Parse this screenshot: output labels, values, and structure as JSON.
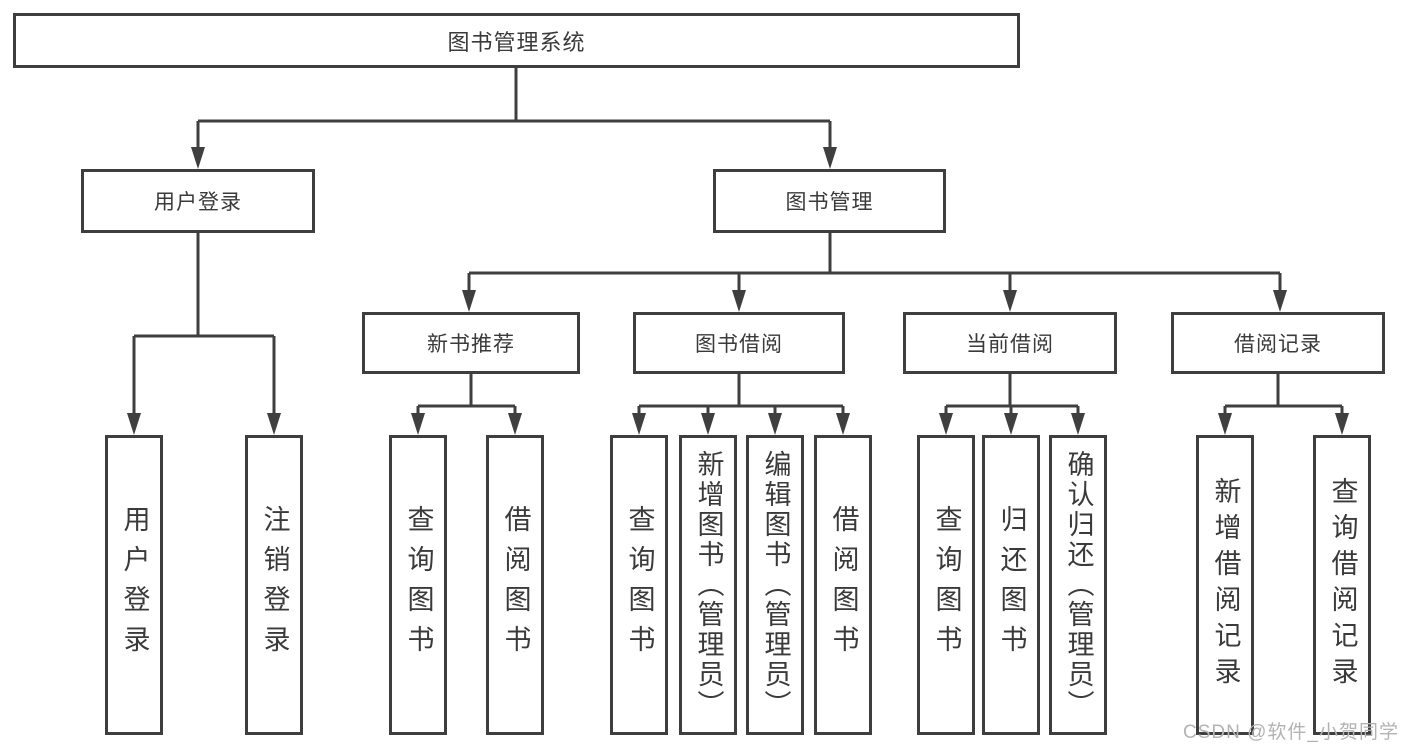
{
  "diagram": {
    "root": {
      "label": "图书管理系统"
    },
    "level2": [
      {
        "id": "user-login",
        "label": "用户登录",
        "parent": "图书管理系统"
      },
      {
        "id": "book-management",
        "label": "图书管理",
        "parent": "图书管理系统"
      }
    ],
    "level3": [
      {
        "id": "new-book-recommendation",
        "label": "新书推荐",
        "parent": "图书管理"
      },
      {
        "id": "book-borrowing",
        "label": "图书借阅",
        "parent": "图书管理"
      },
      {
        "id": "current-borrowing",
        "label": "当前借阅",
        "parent": "图书管理"
      },
      {
        "id": "borrowing-records",
        "label": "借阅记录",
        "parent": "图书管理"
      }
    ],
    "leaves": [
      {
        "label": "用户登录",
        "parent": "用户登录"
      },
      {
        "label": "注销登录",
        "parent": "用户登录"
      },
      {
        "label": "查询图书",
        "parent": "新书推荐"
      },
      {
        "label": "借阅图书",
        "parent": "新书推荐"
      },
      {
        "label": "查询图书",
        "parent": "图书借阅"
      },
      {
        "label": "新增图书（管理员）",
        "parent": "图书借阅"
      },
      {
        "label": "编辑图书（管理员）",
        "parent": "图书借阅"
      },
      {
        "label": "借阅图书",
        "parent": "图书借阅"
      },
      {
        "label": "查询图书",
        "parent": "当前借阅"
      },
      {
        "label": "归还图书",
        "parent": "当前借阅"
      },
      {
        "label": "确认归还（管理员）",
        "parent": "当前借阅"
      },
      {
        "label": "新增借阅记录",
        "parent": "借阅记录"
      },
      {
        "label": "查询借阅记录",
        "parent": "借阅记录"
      }
    ]
  },
  "watermark": {
    "text": "CSDN @软件_小贺同学"
  },
  "colors": {
    "line": "#3f3f3f",
    "box_border": "#3e3e3e",
    "text": "#3a3a3a",
    "watermark": "#b3b3b3",
    "background": "#ffffff"
  }
}
